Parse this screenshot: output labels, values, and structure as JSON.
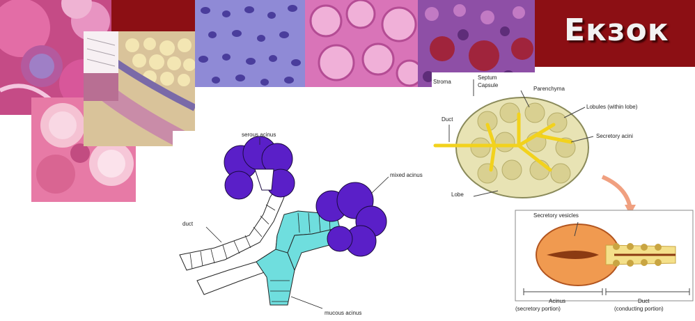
{
  "title": "Екзок",
  "acinus_diagram": {
    "labels": {
      "serous_acinus": "serous acinus",
      "mixed_acinus": "mixed acinus",
      "duct": "duct",
      "mucous_acinus": "mucous acinus"
    }
  },
  "gland_diagram": {
    "labels": {
      "stroma": "Stroma",
      "septum": "Septum",
      "capsule": "Capsule",
      "parenchyma": "Parenchyma",
      "lobules": "Lobules (within lobe)",
      "duct": "Duct",
      "secretory_acini": "Secretory acini",
      "lobe": "Lobe",
      "secretory_vesicles": "Secretory vesicles",
      "acinus": "Acinus",
      "acinus_sub": "(secretory portion)",
      "duct2": "Duct",
      "duct2_sub": "(conducting portion)"
    }
  },
  "colors": {
    "title_bg": "#8c0f14",
    "title_text": "#f2f2f2",
    "serous": "#5a1fc8",
    "mucous": "#6fdede"
  }
}
